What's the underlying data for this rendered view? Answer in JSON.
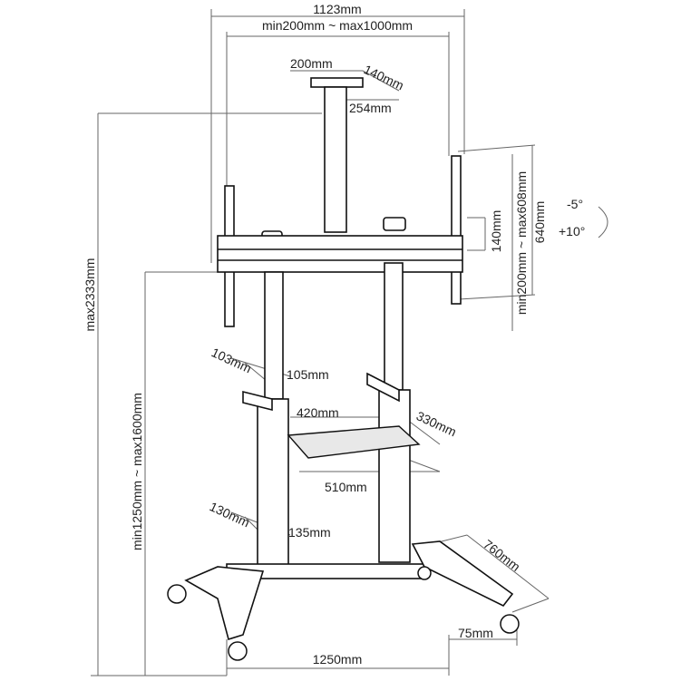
{
  "title": "Mobile TV stand dimension drawing",
  "dimensions": {
    "overall_width": "1123mm",
    "vesa_width_range": "min200mm ~ max1000mm",
    "top_plate_width": "200mm",
    "top_plate_depth": "140mm",
    "top_plate_length": "254mm",
    "tilt_up": "-5°",
    "tilt_down": "+10°",
    "rail_height": "640mm",
    "vesa_height_range": "min200mm ~ max608mm",
    "bracket_height": "140mm",
    "max_height": "max2333mm",
    "mount_height_range": "min1250mm ~ max1600mm",
    "upper_column_depth": "103mm",
    "upper_column_width": "105mm",
    "shelf_width": "420mm",
    "shelf_depth": "330mm",
    "shelf_total_width": "510mm",
    "lower_column_depth": "130mm",
    "lower_column_width": "135mm",
    "base_depth": "760mm",
    "wheel_offset": "75mm",
    "base_width": "1250mm"
  }
}
